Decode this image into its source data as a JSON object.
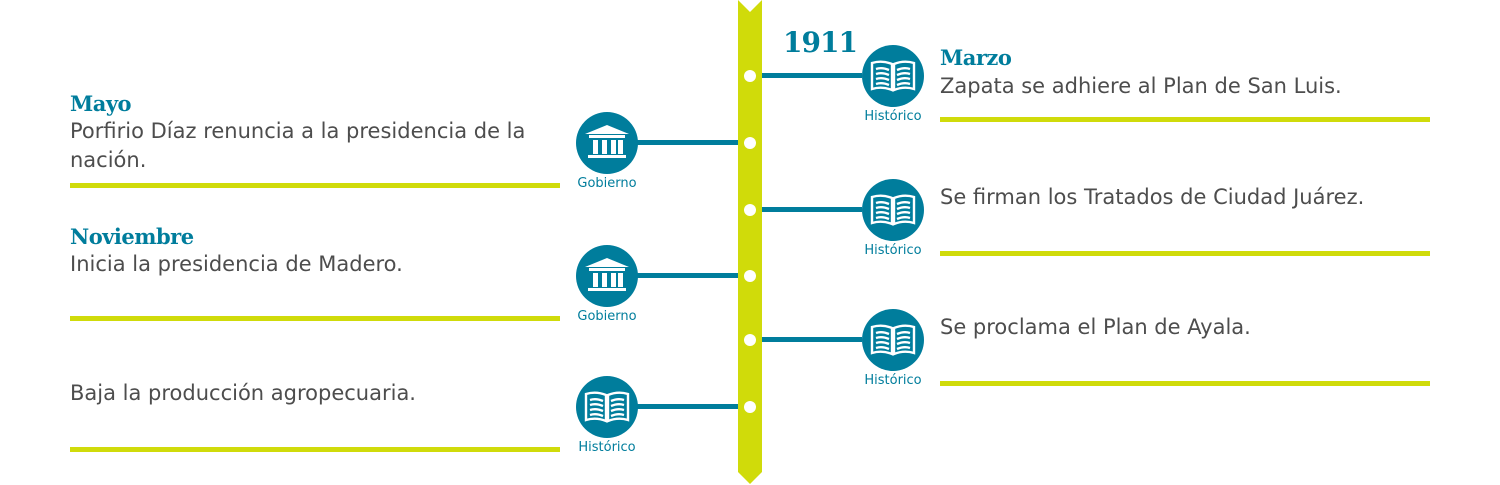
{
  "year": "1911",
  "colors": {
    "accent": "#007d9c",
    "line": "#d0db0a",
    "text": "#4d4d4d"
  },
  "events": [
    {
      "side": "right",
      "title": "Marzo",
      "text": "Zapata se adhiere al Plan de San Luis.",
      "category": "Histórico",
      "icon": "book-icon"
    },
    {
      "side": "left",
      "title": "Mayo",
      "text": "Porfirio Díaz renuncia a la presidencia de la nación.",
      "category": "Gobierno",
      "icon": "government-building-icon"
    },
    {
      "side": "right",
      "title": "",
      "text": "Se firman los Tratados de Ciudad Juárez.",
      "category": "Histórico",
      "icon": "book-icon"
    },
    {
      "side": "left",
      "title": "Noviembre",
      "text": "Inicia la presidencia de Madero.",
      "category": "Gobierno",
      "icon": "government-building-icon"
    },
    {
      "side": "right",
      "title": "",
      "text": "Se proclama el Plan de Ayala.",
      "category": "Histórico",
      "icon": "book-icon"
    },
    {
      "side": "left",
      "title": "",
      "text": "Baja la producción agropecuaria.",
      "category": "Histórico",
      "icon": "book-icon"
    }
  ]
}
